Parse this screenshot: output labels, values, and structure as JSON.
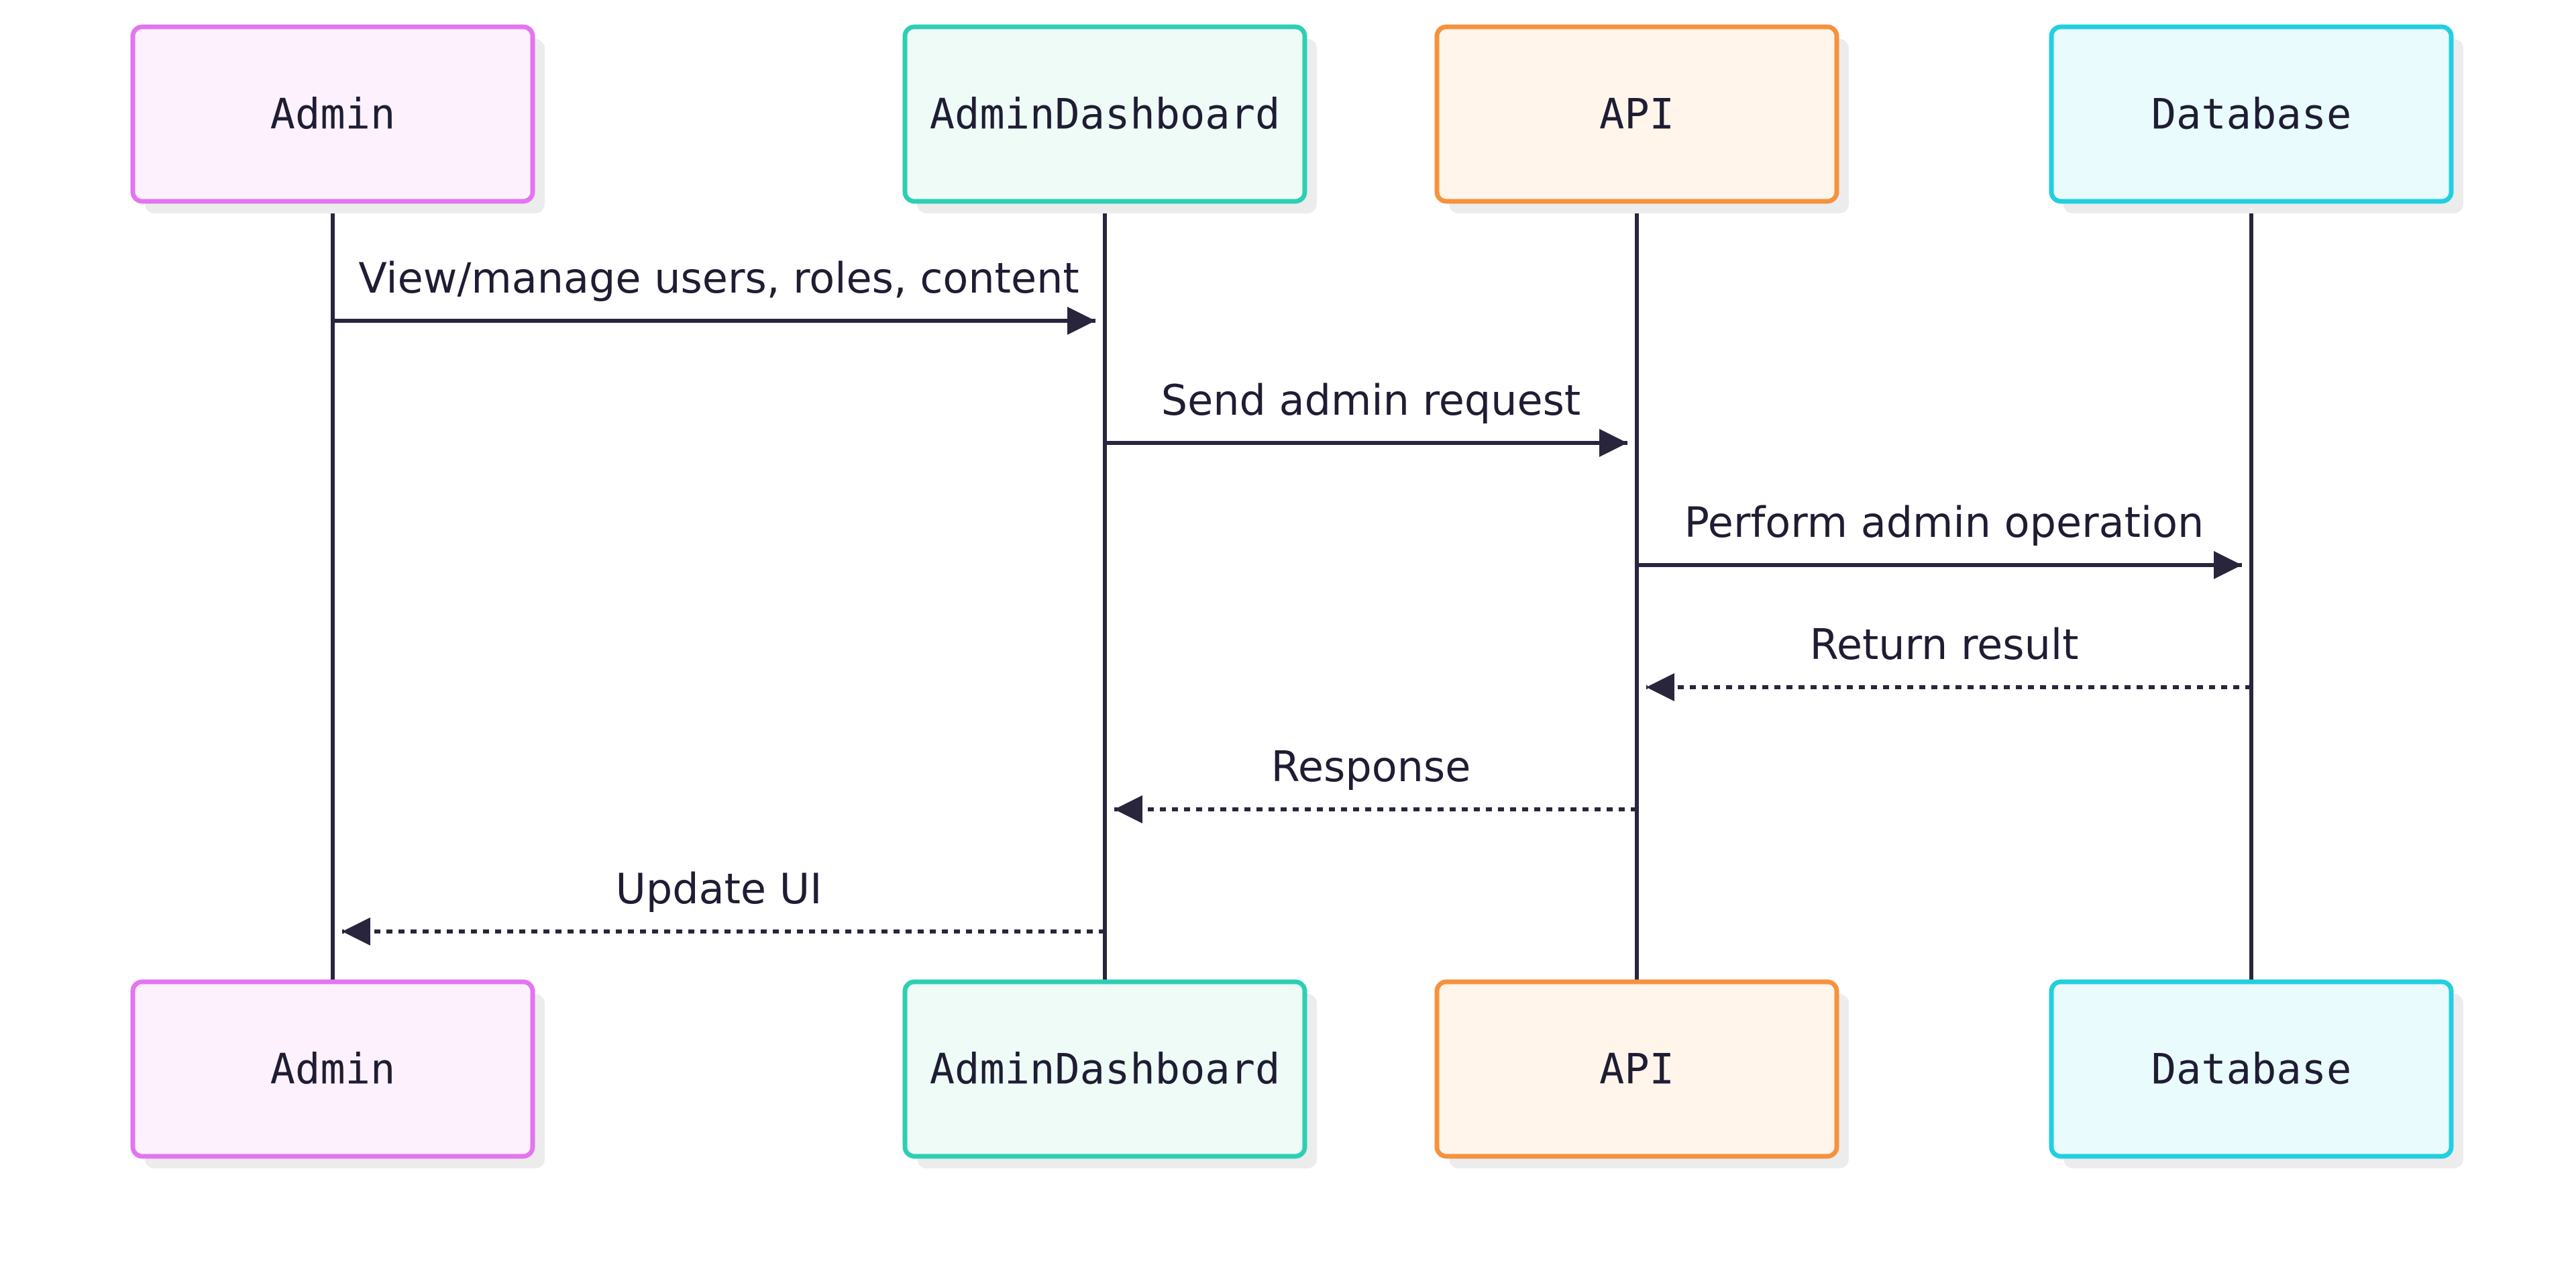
{
  "diagram": {
    "type": "sequence",
    "participants": [
      {
        "id": "admin",
        "label": "Admin",
        "border": "#e375f0",
        "fill": "#fdf1fd"
      },
      {
        "id": "dashboard",
        "label": "AdminDashboard",
        "border": "#2dcfb4",
        "fill": "#eefbf7"
      },
      {
        "id": "api",
        "label": "API",
        "border": "#f5923e",
        "fill": "#fff5eb"
      },
      {
        "id": "database",
        "label": "Database",
        "border": "#22cfe0",
        "fill": "#e9fbfc"
      }
    ],
    "messages": [
      {
        "from": "admin",
        "to": "dashboard",
        "label": "View/manage users, roles, content",
        "style": "solid"
      },
      {
        "from": "dashboard",
        "to": "api",
        "label": "Send admin request",
        "style": "solid"
      },
      {
        "from": "api",
        "to": "database",
        "label": "Perform admin operation",
        "style": "solid"
      },
      {
        "from": "database",
        "to": "api",
        "label": "Return result",
        "style": "dotted"
      },
      {
        "from": "api",
        "to": "dashboard",
        "label": "Response",
        "style": "dotted"
      },
      {
        "from": "dashboard",
        "to": "admin",
        "label": "Update UI",
        "style": "dotted"
      }
    ],
    "colors": {
      "line": "#28253d",
      "text": "#1f1d33",
      "shadow": "#ececec"
    }
  }
}
